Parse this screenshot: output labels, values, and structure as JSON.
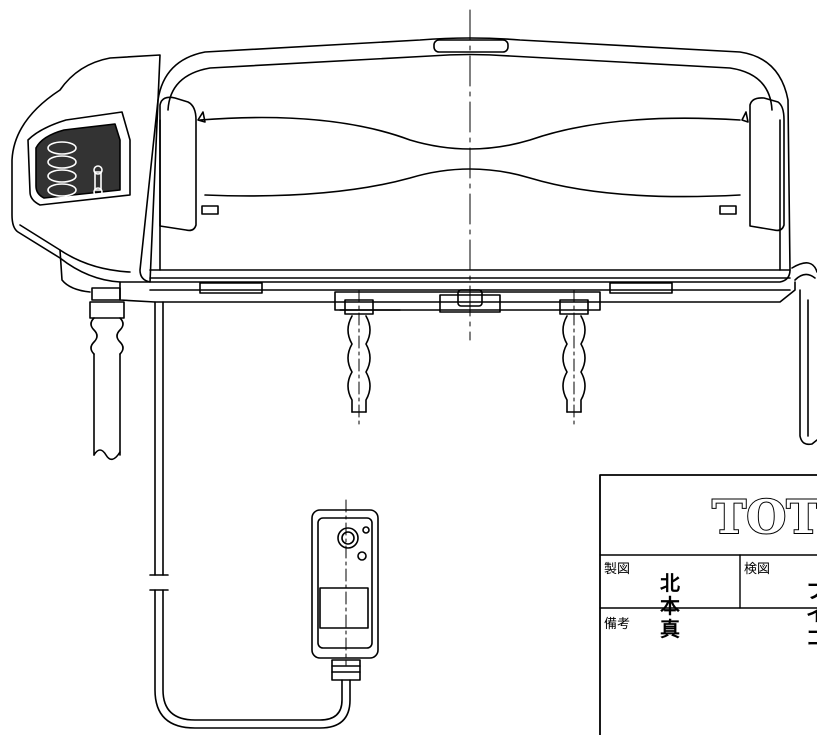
{
  "title_block": {
    "logo_text": "TOT",
    "drafted_label": "製図",
    "checked_label": "検図",
    "drafter_name_chars": [
      "北",
      "本",
      "真"
    ],
    "checker_name_chars": [
      "フ",
      "イ",
      "ゴ"
    ],
    "remarks_label": "備考"
  },
  "colors": {
    "line": "#000000",
    "panel_fill": "#333333",
    "background": "#ffffff"
  }
}
